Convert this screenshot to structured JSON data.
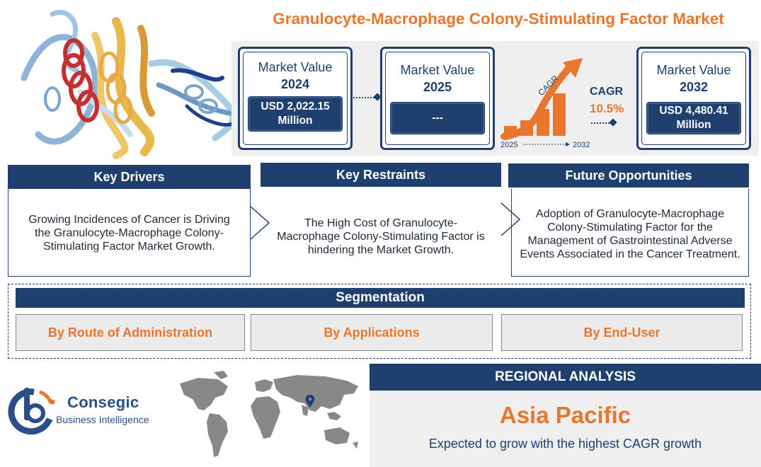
{
  "title": "Granulocyte-Macrophage Colony-Stimulating Factor Market",
  "colors": {
    "navy": "#1f3f6e",
    "orange": "#e8762c",
    "panel_gray": "#efefef"
  },
  "market": {
    "v2024": {
      "label": "Market Value",
      "year": "2024",
      "value": "USD 2,022.15 Million"
    },
    "v2025": {
      "label": "Market Value",
      "year": "2025",
      "value": "---"
    },
    "v2032": {
      "label": "Market Value",
      "year": "2032",
      "value": "USD 4,480.41 Million"
    },
    "cagr": {
      "arrow_text": "CAGR",
      "label": "CAGR",
      "value": "10.5%",
      "start_year": "2025",
      "end_year": "2032"
    }
  },
  "columns": {
    "drivers": {
      "title": "Key Drivers",
      "text": "Growing Incidences of Cancer is Driving the Granulocyte-Macrophage Colony-Stimulating Factor Market Growth."
    },
    "restraints": {
      "title": "Key Restraints",
      "text": "The High Cost of Granulocyte-Macrophage Colony-Stimulating Factor is hindering the Market Growth."
    },
    "opportunities": {
      "title": "Future Opportunities",
      "text": "Adoption of Granulocyte-Macrophage Colony-Stimulating Factor for the Management of Gastrointestinal Adverse Events Associated in the Cancer Treatment."
    }
  },
  "segmentation": {
    "title": "Segmentation",
    "items": [
      "By Route of Administration",
      "By Applications",
      "By End-User"
    ]
  },
  "brand": {
    "name": "Consegic",
    "tagline": "Business Intelligence"
  },
  "regional": {
    "title": "REGIONAL ANALYSIS",
    "region": "Asia Pacific",
    "description": "Expected to grow with the highest CAGR growth"
  }
}
